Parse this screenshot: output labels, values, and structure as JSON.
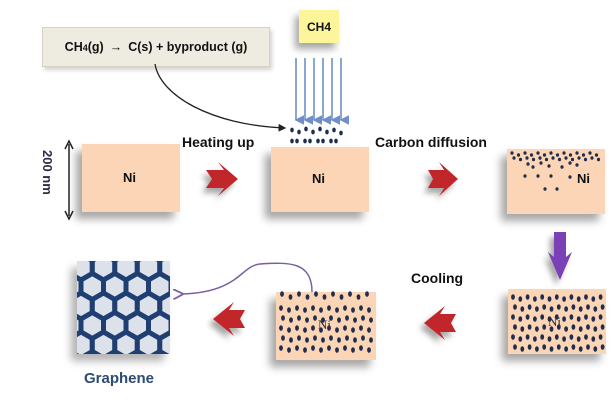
{
  "equation": {
    "reactant": "CH",
    "reactant_sub": "4",
    "reactant_state": "(g)",
    "arrow": "→",
    "products": "C(s) + byproduct (g)"
  },
  "gas_source": {
    "label": "CH4"
  },
  "thickness": {
    "label": "200 nm"
  },
  "steps": [
    {
      "label": "Heating up"
    },
    {
      "label": "Carbon diffusion"
    },
    {
      "label": "Cooling"
    }
  ],
  "substrates": [
    {
      "label": "Ni",
      "state": "bare nickel"
    },
    {
      "label": "Ni",
      "state": "carbon deposited on surface"
    },
    {
      "label": "Ni",
      "state": "carbon diffusing into nickel"
    },
    {
      "label": "Ni",
      "state": "carbon saturated nickel"
    },
    {
      "label": "Ni",
      "state": "carbon segregating to surface"
    }
  ],
  "product": {
    "label": "Graphene"
  },
  "colors": {
    "nickel": "#fbd5b5",
    "carbon": "#1f2e4f",
    "gas_arrows": "#6f8fc7",
    "process_arrow": "#c0262a",
    "transfer_arrow": "#7a3fb5",
    "graphene": "#1f3f73",
    "equation_box": "#eeece1",
    "ch4_box": "#fdf59a"
  }
}
